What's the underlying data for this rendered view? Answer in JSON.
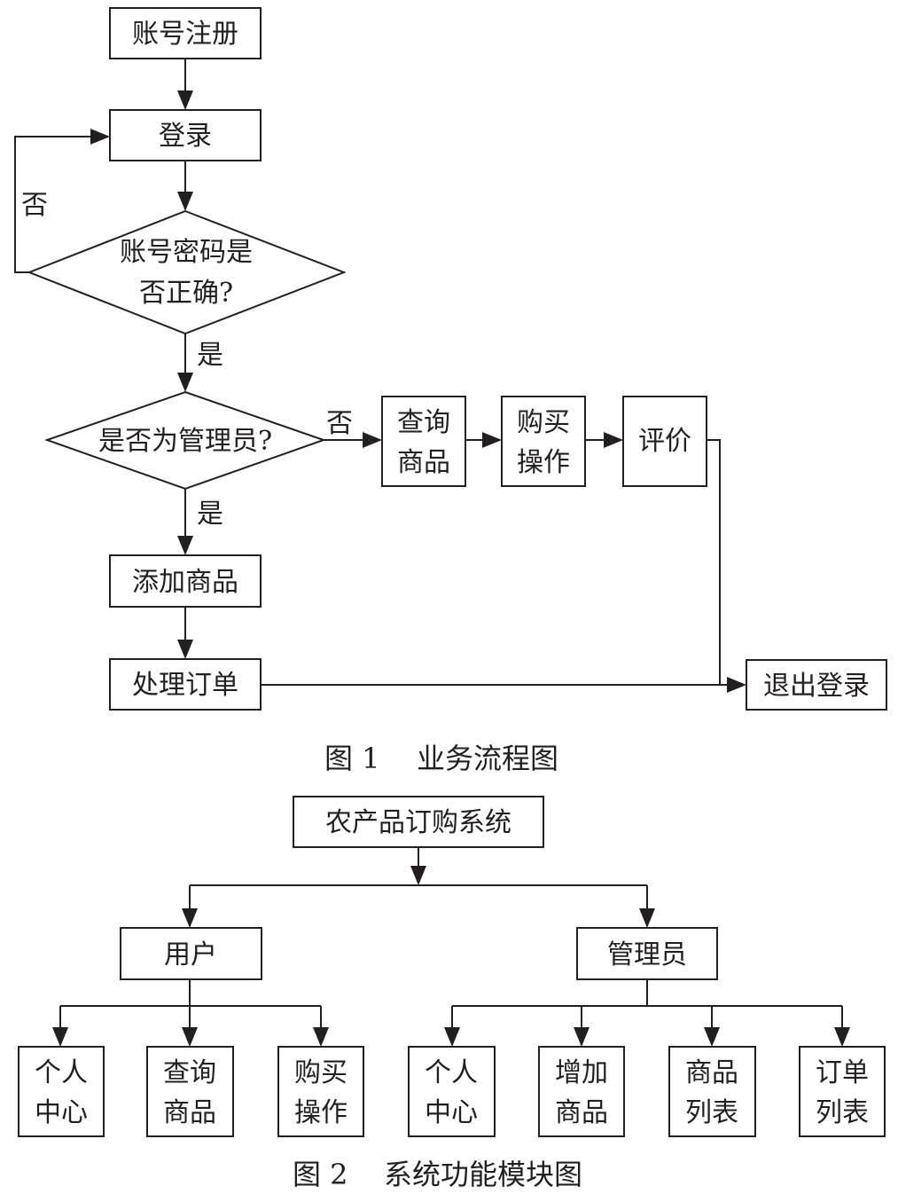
{
  "figure1": {
    "caption_num": "图 1",
    "caption_title": "业务流程图",
    "nodes": {
      "register": "账号注册",
      "login": "登录",
      "check_line1": "账号密码是",
      "check_line2": "否正确?",
      "admin_q": "是否为管理员?",
      "search_line1": "查询",
      "search_line2": "商品",
      "buy_line1": "购买",
      "buy_line2": "操作",
      "review": "评价",
      "add_goods": "添加商品",
      "orders": "处理订单",
      "logout": "退出登录"
    },
    "edge_labels": {
      "check_no": "否",
      "check_yes": "是",
      "admin_no": "否",
      "admin_yes": "是"
    }
  },
  "figure2": {
    "caption_num": "图 2",
    "caption_title": "系统功能模块图",
    "root": "农产品订购系统",
    "user": "用户",
    "admin": "管理员",
    "user_modules": [
      [
        "个人",
        "中心"
      ],
      [
        "查询",
        "商品"
      ],
      [
        "购买",
        "操作"
      ]
    ],
    "admin_modules": [
      [
        "个人",
        "中心"
      ],
      [
        "增加",
        "商品"
      ],
      [
        "商品",
        "列表"
      ],
      [
        "订单",
        "列表"
      ]
    ]
  }
}
